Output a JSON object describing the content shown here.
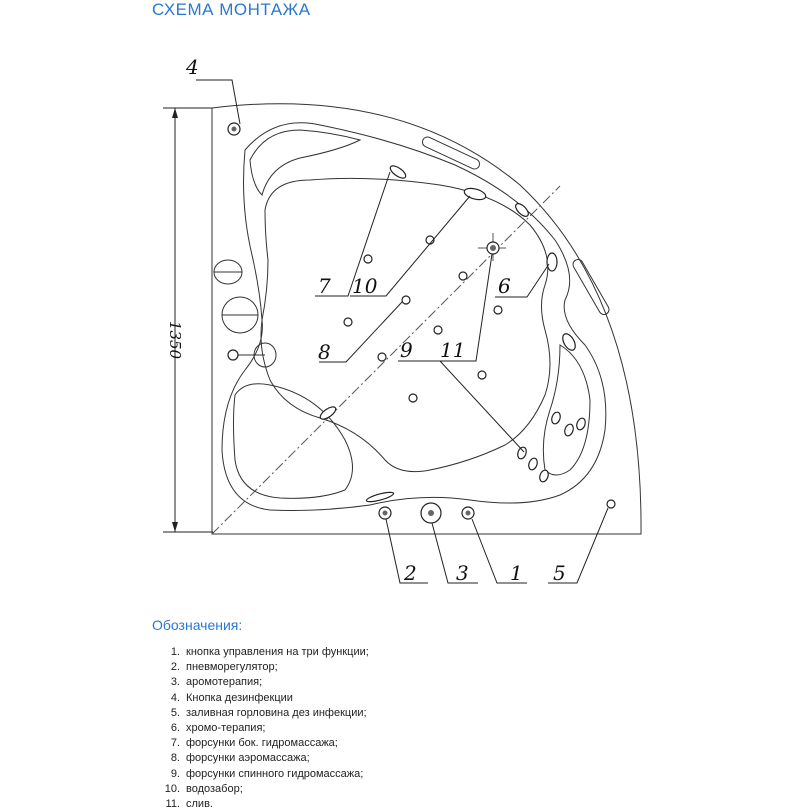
{
  "title": "СХЕМА МОНТАЖА",
  "dimension": "1350",
  "callouts": {
    "c1": "1",
    "c2": "2",
    "c3": "3",
    "c4": "4",
    "c5": "5",
    "c6": "6",
    "c7": "7",
    "c8": "8",
    "c9": "9",
    "c10": "10",
    "c11": "11"
  },
  "legend": {
    "title": "Обозначения:",
    "items": [
      {
        "num": "1.",
        "text": "кнопка управления на три функции;"
      },
      {
        "num": "2.",
        "text": "пневморегулятор;"
      },
      {
        "num": "3.",
        "text": "аромотерапия;"
      },
      {
        "num": "4.",
        "text": "Кнопка дезинфекции"
      },
      {
        "num": "5.",
        "text": "заливная горловина дез инфекции;"
      },
      {
        "num": "6.",
        "text": "хромо-терапия;"
      },
      {
        "num": "7.",
        "text": "форсунки бок. гидромассажа;"
      },
      {
        "num": "8.",
        "text": "форсунки аэромассажа;"
      },
      {
        "num": "9.",
        "text": "форсунки спинного гидромассажа;"
      },
      {
        "num": "10.",
        "text": "водозабор;"
      },
      {
        "num": "11.",
        "text": "слив."
      }
    ]
  }
}
